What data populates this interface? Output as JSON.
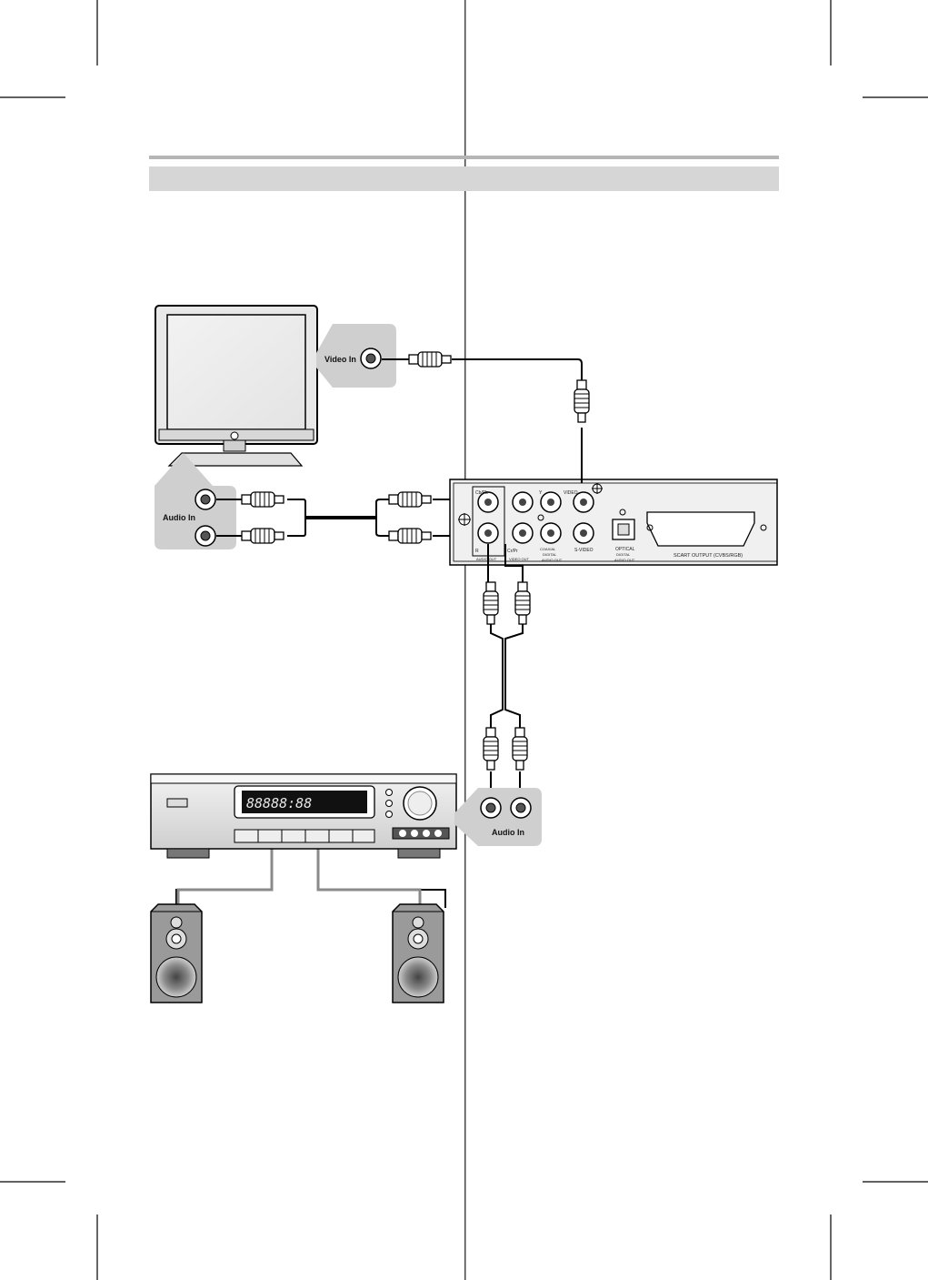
{
  "labels": {
    "video_in": "Video In",
    "audio_in_tv": "Audio In",
    "audio_in_amp": "Audio In"
  },
  "dvd_panel": {
    "r": "R",
    "cb_pb": "Cb/Pb",
    "cr_pr": "Cr/Pr",
    "y": "Y",
    "video": "VIDEO",
    "audio_out": "AUDIO OUT",
    "video_out": "VIDEO OUT",
    "coaxial": "COAXIAL",
    "digital": "DIGITAL",
    "digital_audio_out": "AUDIO OUT",
    "s_video": "S-VIDEO",
    "optical": "OPTICAL",
    "optical_digital": "DIGITAL",
    "optical_audio_out": "AUDIO OUT",
    "scart": "SCART OUTPUT (CVBS/RGB)"
  },
  "amplifier": {
    "display": "88888:88"
  },
  "colors": {
    "header_bar": "#d6d6d6",
    "rule": "#b5b5b5",
    "callout": "#cfcfcf",
    "device": "#e3e3e3",
    "speaker": "#9a9a9a"
  }
}
